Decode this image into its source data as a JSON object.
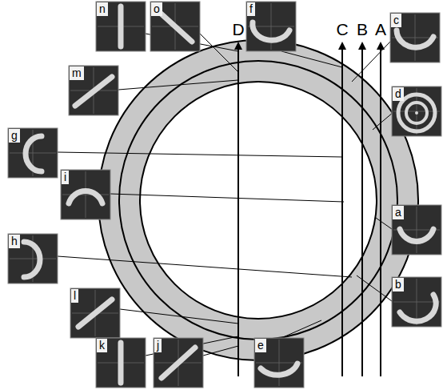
{
  "diagram": {
    "labels": [
      "n",
      "o",
      "D",
      "f",
      "C",
      "B",
      "A",
      "c",
      "m",
      "g",
      "d",
      "i",
      "a",
      "h",
      "b",
      "l",
      "k",
      "j",
      "e"
    ]
  }
}
